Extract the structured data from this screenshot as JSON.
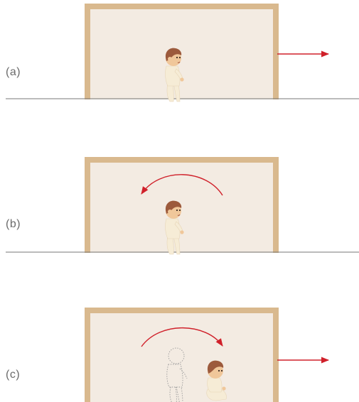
{
  "panels": [
    {
      "label": "(a)"
    },
    {
      "label": "(b)"
    },
    {
      "label": "(c)"
    }
  ],
  "colors": {
    "frame": "#d9b98e",
    "wall": "#f3ebe2",
    "arrow": "#d0202a",
    "ground": "#777777",
    "hair": "#9c5a3c",
    "skin": "#f0c79a",
    "suit": "#f6ecd6"
  }
}
